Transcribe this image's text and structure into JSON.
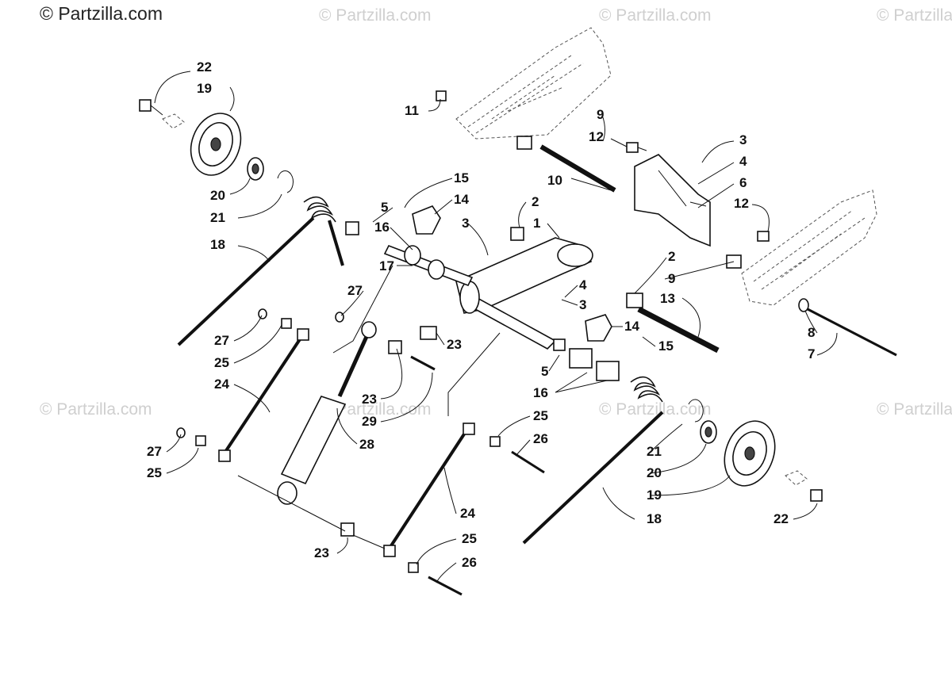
{
  "watermarks": {
    "main": "© Partzilla.com",
    "ghost": "© Partzilla.com"
  },
  "callouts": [
    {
      "id": "c22a",
      "text": "22"
    },
    {
      "id": "c19a",
      "text": "19"
    },
    {
      "id": "c20a",
      "text": "20"
    },
    {
      "id": "c21a",
      "text": "21"
    },
    {
      "id": "c18a",
      "text": "18"
    },
    {
      "id": "c11",
      "text": "11"
    },
    {
      "id": "c9a",
      "text": "9"
    },
    {
      "id": "c12a",
      "text": "12"
    },
    {
      "id": "c10",
      "text": "10"
    },
    {
      "id": "c3a",
      "text": "3"
    },
    {
      "id": "c4a",
      "text": "4"
    },
    {
      "id": "c6",
      "text": "6"
    },
    {
      "id": "c12b",
      "text": "12"
    },
    {
      "id": "c15a",
      "text": "15"
    },
    {
      "id": "c14a",
      "text": "14"
    },
    {
      "id": "c5a",
      "text": "5"
    },
    {
      "id": "c2a",
      "text": "2"
    },
    {
      "id": "c1",
      "text": "1"
    },
    {
      "id": "c3b",
      "text": "3"
    },
    {
      "id": "c16a",
      "text": "16"
    },
    {
      "id": "c17",
      "text": "17"
    },
    {
      "id": "c2b",
      "text": "2"
    },
    {
      "id": "c9b",
      "text": "9"
    },
    {
      "id": "c4b",
      "text": "4"
    },
    {
      "id": "c3c",
      "text": "3"
    },
    {
      "id": "c13",
      "text": "13"
    },
    {
      "id": "c27a",
      "text": "27"
    },
    {
      "id": "c27b",
      "text": "27"
    },
    {
      "id": "c25a",
      "text": "25"
    },
    {
      "id": "c24a",
      "text": "24"
    },
    {
      "id": "c23a",
      "text": "23"
    },
    {
      "id": "c14b",
      "text": "14"
    },
    {
      "id": "c15b",
      "text": "15"
    },
    {
      "id": "c8",
      "text": "8"
    },
    {
      "id": "c7",
      "text": "7"
    },
    {
      "id": "c5b",
      "text": "5"
    },
    {
      "id": "c16b",
      "text": "16"
    },
    {
      "id": "c23b",
      "text": "23"
    },
    {
      "id": "c29",
      "text": "29"
    },
    {
      "id": "c28",
      "text": "28"
    },
    {
      "id": "c25b",
      "text": "25"
    },
    {
      "id": "c26a",
      "text": "26"
    },
    {
      "id": "c27c",
      "text": "27"
    },
    {
      "id": "c25c",
      "text": "25"
    },
    {
      "id": "c21b",
      "text": "21"
    },
    {
      "id": "c20b",
      "text": "20"
    },
    {
      "id": "c19b",
      "text": "19"
    },
    {
      "id": "c22b",
      "text": "22"
    },
    {
      "id": "c18b",
      "text": "18"
    },
    {
      "id": "c24b",
      "text": "24"
    },
    {
      "id": "c25d",
      "text": "25"
    },
    {
      "id": "c23c",
      "text": "23"
    },
    {
      "id": "c26b",
      "text": "26"
    }
  ]
}
